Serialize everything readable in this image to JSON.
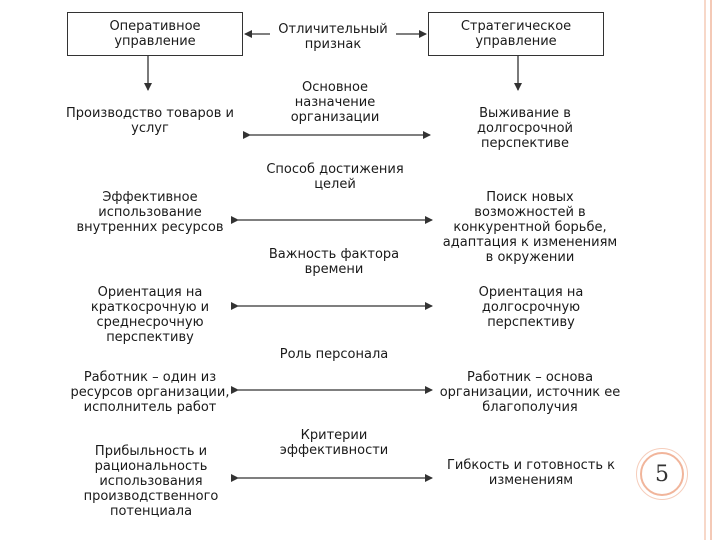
{
  "headers": {
    "left": "Оперативное\nуправление",
    "center": "Отличительный\nпризнак",
    "right": "Стратегическое\nуправление"
  },
  "rows": [
    {
      "criterion": "Основное\nназначение\nорганизации",
      "left": "Производство товаров и\nуслуг",
      "right": "Выживание в\nдолгосрочной\nперспективе"
    },
    {
      "criterion": "Способ достижения\nцелей",
      "left": "Эффективное\nиспользование\nвнутренних ресурсов",
      "right": "Поиск новых\nвозможностей в\nконкурентной борьбе,\nадаптация к изменениям\nв окружении"
    },
    {
      "criterion": "Важность фактора\nвремени",
      "left": "Ориентация на\nкраткосрочную и\nсреднесрочную\nперспективу",
      "right": "Ориентация на\nдолгосрочную\nперспективу"
    },
    {
      "criterion": "Роль персонала",
      "left": "Работник – один из\nресурсов организации,\nисполнитель работ",
      "right": "Работник – основа\nорганизации, источник ее\nблагополучия"
    },
    {
      "criterion": "Критерии\nэффективности",
      "left": "Прибыльность и\nрациональность\nиспользования\nпроизводственного\nпотенциала",
      "right": "Гибкость и готовность к\nизменениям"
    }
  ],
  "slide_number": "5",
  "colors": {
    "accent": "#f1b59b",
    "line": "#333333"
  }
}
